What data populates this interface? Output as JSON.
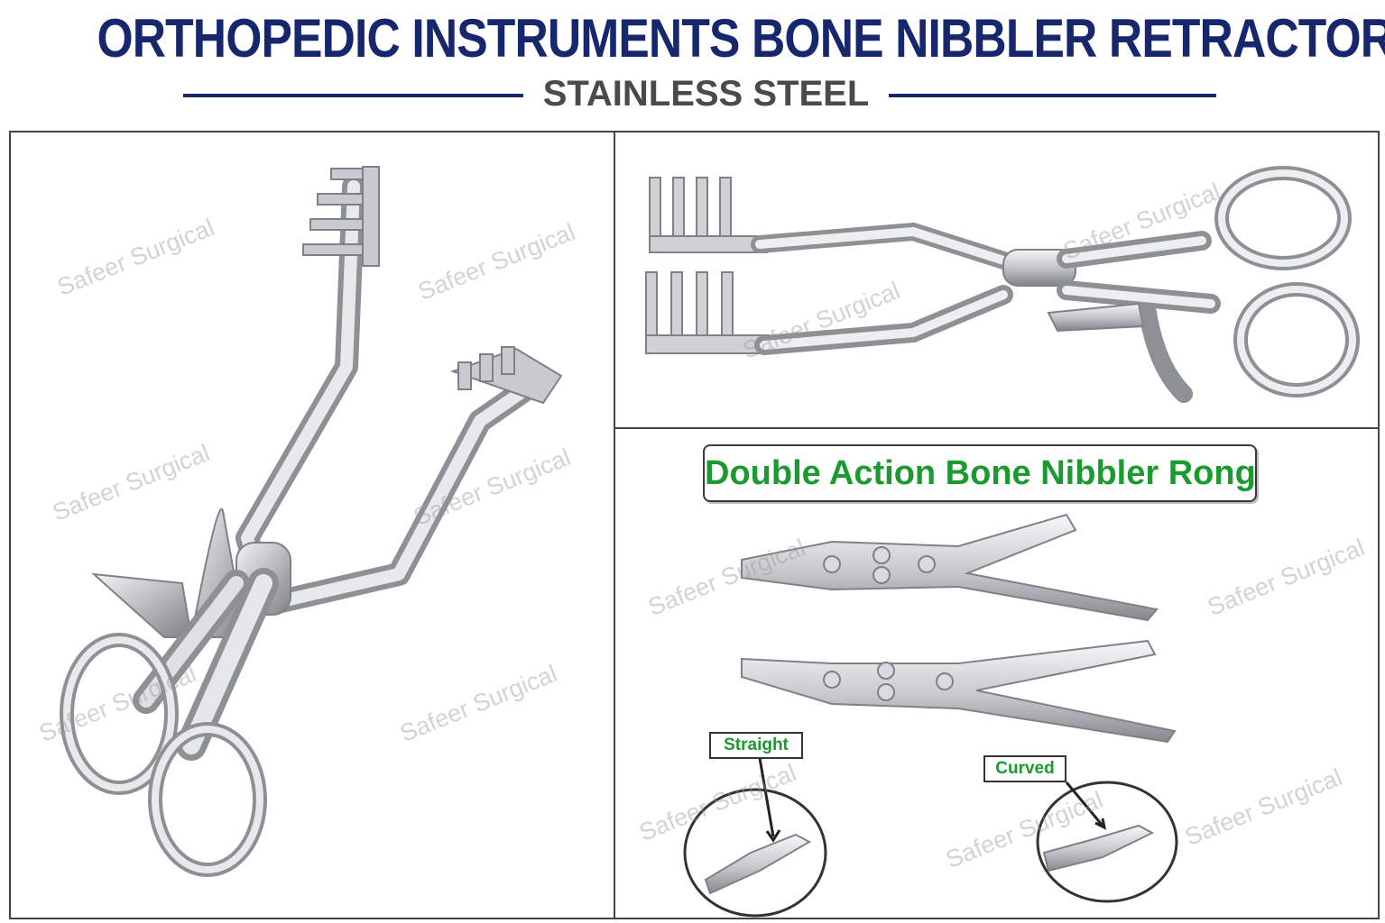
{
  "header": {
    "title": "ORTHOPEDIC INSTRUMENTS BONE NIBBLER RETRACTORS",
    "subtitle": "STAINLESS STEEL"
  },
  "rongeur_panel": {
    "label": "Double Action Bone Nibbler Rongeur",
    "straight_tag": "Straight",
    "curved_tag": "Curved"
  },
  "watermark": {
    "text": "Safeer Surgical"
  },
  "colors": {
    "title": "#16276e",
    "subtitle": "#4a4a4a",
    "label_green": "#1b9a2f",
    "steel_light": "#e8e9eb",
    "steel_dark": "#8d9095"
  }
}
